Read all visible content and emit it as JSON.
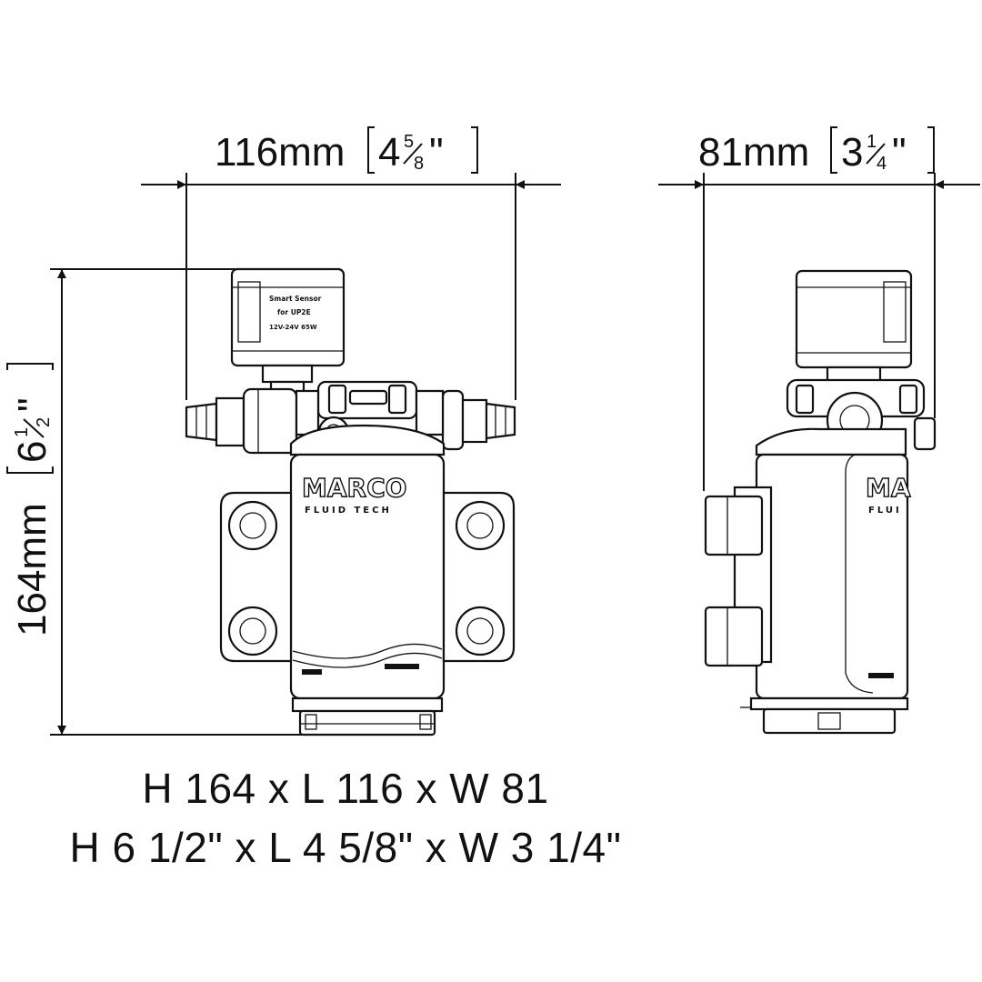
{
  "dimensions": {
    "length": {
      "metric": "116mm",
      "imperial_whole": "4",
      "imperial_num": "5",
      "imperial_den": "8",
      "inch_mark": "\""
    },
    "width": {
      "metric": "81mm",
      "imperial_whole": "3",
      "imperial_num": "1",
      "imperial_den": "4",
      "inch_mark": "\""
    },
    "height": {
      "metric": "164mm",
      "imperial_whole": "6",
      "imperial_num": "1",
      "imperial_den": "2",
      "inch_mark": "\""
    }
  },
  "summary": {
    "metric": "H 164 x L 116 x W 81",
    "imperial": "H 6 1/2\" x L 4 5/8\" x W 3 1/4\""
  },
  "product": {
    "brand": "MARCO",
    "brand_sub": "FLUID TECH",
    "sensor_label_1": "Smart Sensor",
    "sensor_label_2": "for UP2E",
    "sensor_label_3": "12V-24V  65W"
  },
  "colors": {
    "line": "#111111",
    "background": "#ffffff"
  }
}
